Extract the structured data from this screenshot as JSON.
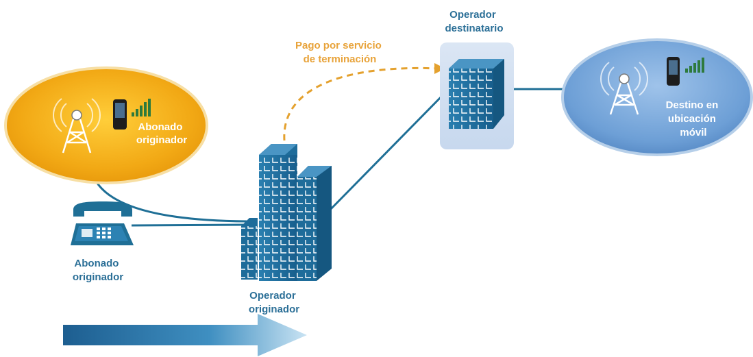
{
  "labels": {
    "originator_mobile": [
      "Abonado",
      "originador"
    ],
    "originator_fixed": [
      "Abonado",
      "originador"
    ],
    "origin_operator": [
      "Operador",
      "originador"
    ],
    "dest_operator": [
      "Operador",
      "destinatario"
    ],
    "payment": [
      "Pago por servicio",
      "de terminación"
    ],
    "destination": [
      "Destino en",
      "ubicación",
      "móvil"
    ]
  },
  "colors": {
    "orange": "#f5b21b",
    "blue_line": "#1f6f96",
    "building": "#1e6c9a",
    "dashed": "#e4a12e",
    "label_blue": "#2b6f97"
  },
  "icons": [
    "cell-tower-icon",
    "mobile-phone-icon",
    "signal-bars-icon",
    "desk-phone-icon",
    "building-icon",
    "flow-arrow-icon"
  ]
}
